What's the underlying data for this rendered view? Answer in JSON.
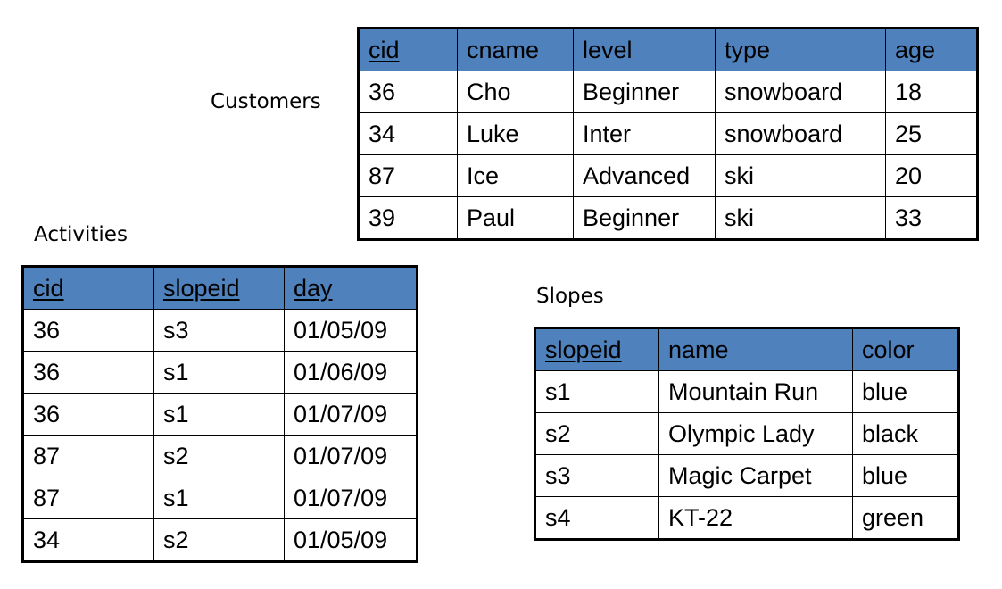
{
  "customers": {
    "caption": "Customers",
    "columns": [
      {
        "label": "cid",
        "key": true
      },
      {
        "label": "cname",
        "key": false
      },
      {
        "label": "level",
        "key": false
      },
      {
        "label": "type",
        "key": false
      },
      {
        "label": "age",
        "key": false
      }
    ],
    "rows": [
      [
        "36",
        "Cho",
        "Beginner",
        "snowboard",
        "18"
      ],
      [
        "34",
        "Luke",
        "Inter",
        "snowboard",
        "25"
      ],
      [
        "87",
        "Ice",
        "Advanced",
        "ski",
        "20"
      ],
      [
        "39",
        "Paul",
        "Beginner",
        "ski",
        "33"
      ]
    ]
  },
  "activities": {
    "caption": "Activities",
    "columns": [
      {
        "label": "cid",
        "key": true
      },
      {
        "label": "slopeid",
        "key": true
      },
      {
        "label": "day",
        "key": true
      }
    ],
    "rows": [
      [
        "36",
        "s3",
        "01/05/09"
      ],
      [
        "36",
        "s1",
        "01/06/09"
      ],
      [
        "36",
        "s1",
        "01/07/09"
      ],
      [
        "87",
        "s2",
        "01/07/09"
      ],
      [
        "87",
        "s1",
        "01/07/09"
      ],
      [
        "34",
        "s2",
        "01/05/09"
      ]
    ]
  },
  "slopes": {
    "caption": "Slopes",
    "columns": [
      {
        "label": "slopeid",
        "key": true
      },
      {
        "label": "name",
        "key": false
      },
      {
        "label": "color",
        "key": false
      }
    ],
    "rows": [
      [
        "s1",
        "Mountain Run",
        "blue"
      ],
      [
        "s2",
        "Olympic Lady",
        "black"
      ],
      [
        "s3",
        "Magic Carpet",
        "blue"
      ],
      [
        "s4",
        "KT-22",
        "green"
      ]
    ]
  },
  "colors": {
    "header_background": "#4f81bd",
    "border": "#000000",
    "text": "#000000"
  }
}
